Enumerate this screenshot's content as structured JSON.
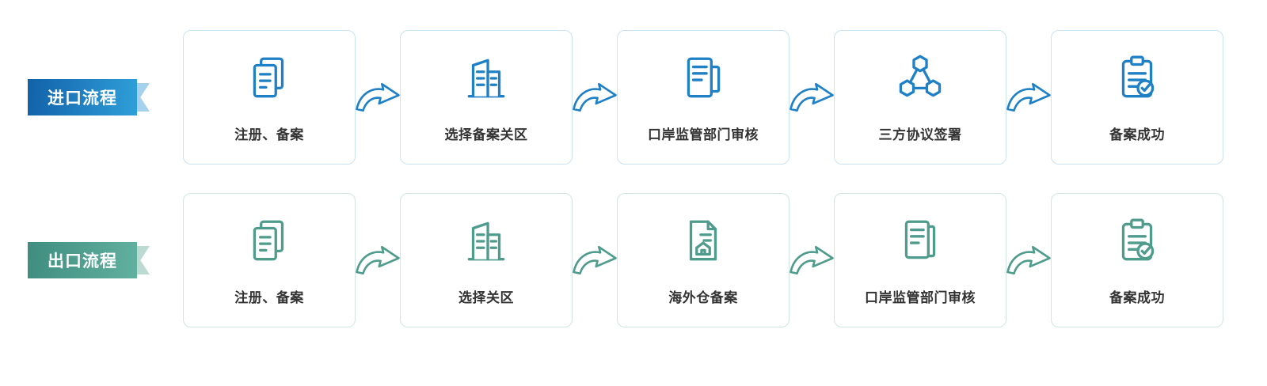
{
  "colors": {
    "import_blue": "#1f80c6",
    "import_border": "#c8e3f4",
    "export_teal": "#4f9c8d",
    "export_border": "#d0e6e0"
  },
  "rows": [
    {
      "label": "进口流程",
      "steps": [
        {
          "label": "注册、备案",
          "icon": "documents-icon"
        },
        {
          "label": "选择备案关区",
          "icon": "building-icon"
        },
        {
          "label": "口岸监管部门审核",
          "icon": "document-review-icon"
        },
        {
          "label": "三方协议签署",
          "icon": "network-agreement-icon"
        },
        {
          "label": "备案成功",
          "icon": "clipboard-check-icon"
        }
      ]
    },
    {
      "label": "出口流程",
      "steps": [
        {
          "label": "注册、备案",
          "icon": "documents-icon"
        },
        {
          "label": "选择关区",
          "icon": "building-icon"
        },
        {
          "label": "海外仓备案",
          "icon": "warehouse-document-icon"
        },
        {
          "label": "口岸监管部门审核",
          "icon": "documents-review-icon"
        },
        {
          "label": "备案成功",
          "icon": "clipboard-check-icon"
        }
      ]
    }
  ]
}
